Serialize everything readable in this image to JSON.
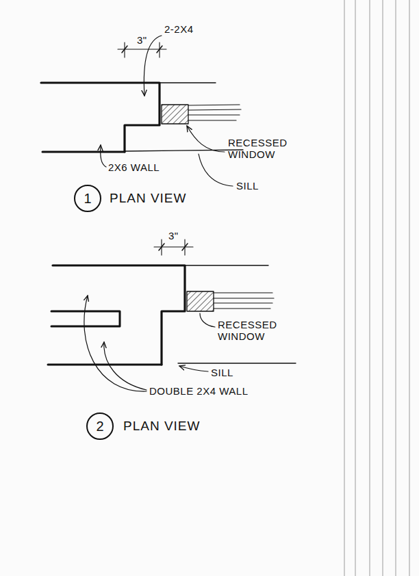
{
  "diagram": {
    "nodes": [
      {
        "text": [
          "1"
        ]
      },
      {
        "text": [
          "2"
        ]
      }
    ],
    "labels": [
      "3\"",
      "2-2X4",
      "RECESSED WINDOW",
      "2X6 WALL",
      "SILL",
      "PLAN VIEW",
      "3\"",
      "RECESSED WINDOW",
      "SILL",
      "DOUBLE 2X4 WALL",
      "PLAN VIEW"
    ]
  }
}
